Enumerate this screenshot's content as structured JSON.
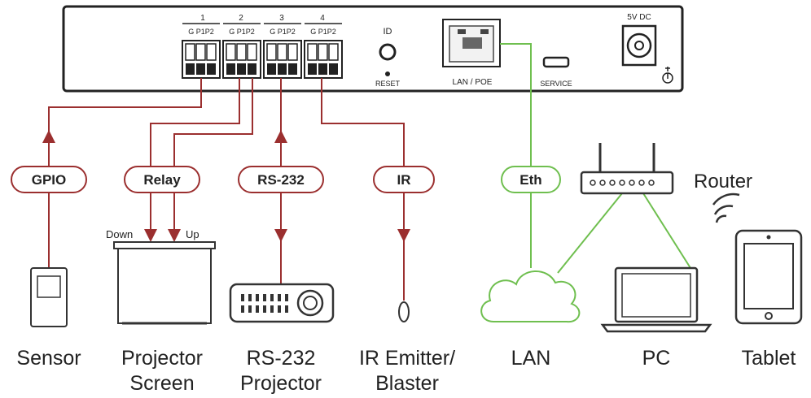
{
  "device": {
    "ports": [
      {
        "num": "1",
        "pins": "G P1P2"
      },
      {
        "num": "2",
        "pins": "G P1P2"
      },
      {
        "num": "3",
        "pins": "G P1P2"
      },
      {
        "num": "4",
        "pins": "G P1P2"
      }
    ],
    "id_label": "ID",
    "reset_label": "RESET",
    "lan_label": "LAN / POE",
    "service_label": "SERVICE",
    "power_label": "5V DC"
  },
  "connections": {
    "gpio": "GPIO",
    "relay": "Relay",
    "rs232": "RS-232",
    "ir": "IR",
    "eth": "Eth"
  },
  "screen": {
    "down": "Down",
    "up": "Up"
  },
  "router_label": "Router",
  "devices": {
    "sensor": [
      "Sensor"
    ],
    "screen": [
      "Projector",
      "Screen"
    ],
    "projector": [
      "RS-232",
      "Projector"
    ],
    "ir": [
      "IR Emitter/",
      "Blaster"
    ],
    "lan": [
      "LAN"
    ],
    "pc": [
      "PC"
    ],
    "tablet": [
      "Tablet"
    ]
  },
  "colors": {
    "wire": "#9b2f2f",
    "eth": "#6fbf4f",
    "outline": "#333333"
  }
}
